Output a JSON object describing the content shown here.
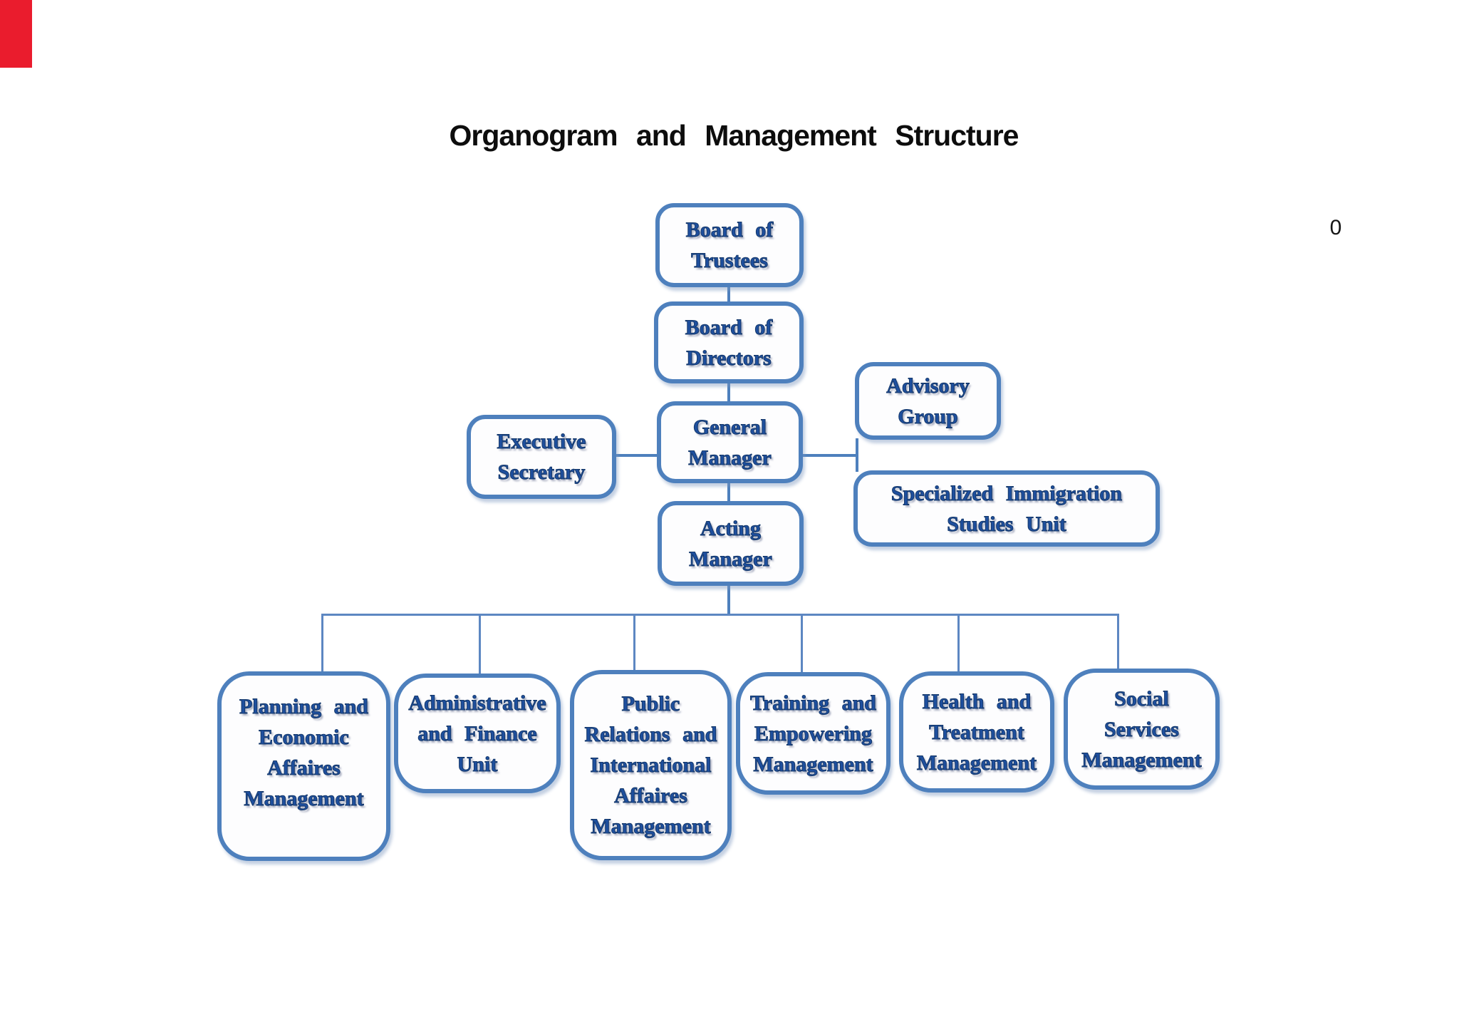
{
  "page": {
    "title": "Organogram and Management Structure",
    "page_number": "0"
  },
  "colors": {
    "box_border": "#4e80bd",
    "box_fill": "#fdfdfe",
    "node_text": "#1e4f9e",
    "connector": "#4e80bd",
    "rail": "#5d87c2",
    "title_text": "#0d0d0d",
    "red_bar": "#ea1c2d"
  },
  "nodes": [
    {
      "id": "board-of-trustees",
      "label": "Board of\nTrustees"
    },
    {
      "id": "board-of-directors",
      "label": "Board of\nDirectors"
    },
    {
      "id": "executive-secretary",
      "label": "Executive\nSecretary"
    },
    {
      "id": "general-manager",
      "label": "General\nManager"
    },
    {
      "id": "advisory-group",
      "label": "Advisory\nGroup"
    },
    {
      "id": "specialized-immigration-studies-unit",
      "label": "Specialized Immigration\nStudies Unit"
    },
    {
      "id": "acting-manager",
      "label": "Acting\nManager"
    },
    {
      "id": "planning-economic-affaires-management",
      "label": "Planning and\nEconomic\nAffaires\nManagement"
    },
    {
      "id": "administrative-finance-unit",
      "label": "Administrative\nand Finance\nUnit"
    },
    {
      "id": "public-relations-international-affaires-management",
      "label": "Public\nRelations and\nInternational\nAffaires\nManagement"
    },
    {
      "id": "training-empowering-management",
      "label": "Training and\nEmpowering\nManagement"
    },
    {
      "id": "health-treatment-management",
      "label": "Health and\nTreatment\nManagement"
    },
    {
      "id": "social-services-management",
      "label": "Social\nServices\nManagement"
    }
  ],
  "edges": [
    {
      "from": "board-of-trustees",
      "to": "board-of-directors"
    },
    {
      "from": "board-of-directors",
      "to": "general-manager"
    },
    {
      "from": "general-manager",
      "to": "executive-secretary"
    },
    {
      "from": "general-manager",
      "to": "advisory-group"
    },
    {
      "from": "general-manager",
      "to": "specialized-immigration-studies-unit"
    },
    {
      "from": "general-manager",
      "to": "acting-manager"
    },
    {
      "from": "acting-manager",
      "to": "planning-economic-affaires-management"
    },
    {
      "from": "acting-manager",
      "to": "administrative-finance-unit"
    },
    {
      "from": "acting-manager",
      "to": "public-relations-international-affaires-management"
    },
    {
      "from": "acting-manager",
      "to": "training-empowering-management"
    },
    {
      "from": "acting-manager",
      "to": "health-treatment-management"
    },
    {
      "from": "acting-manager",
      "to": "social-services-management"
    }
  ]
}
